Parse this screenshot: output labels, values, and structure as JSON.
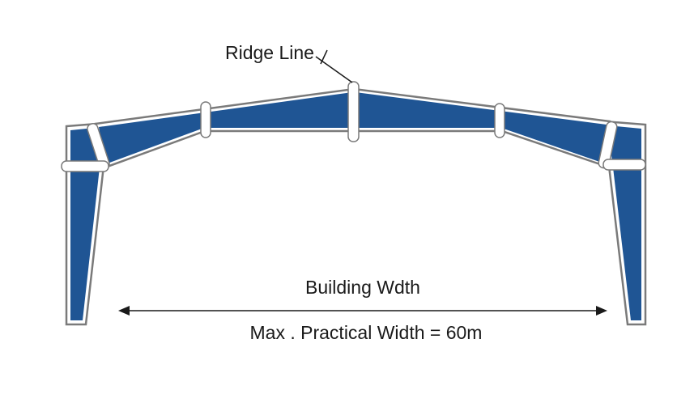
{
  "diagram": {
    "ridge_label": "Ridge Line",
    "width_label": "Building Wdth",
    "max_width_label": "Max . Practical Width = 60m",
    "colors": {
      "frame_fill": "#1f5594",
      "frame_outline": "#7a7a7a",
      "joint": "#ffffff",
      "text": "#1a1a1a"
    }
  }
}
